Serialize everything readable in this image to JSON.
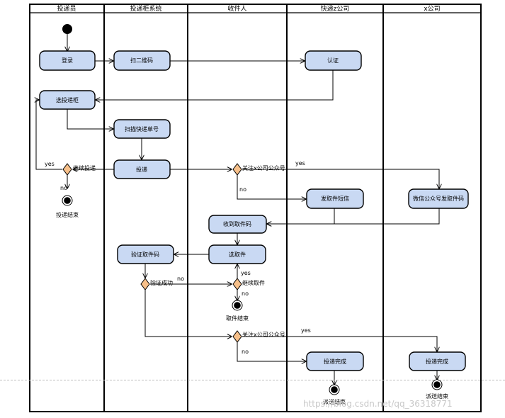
{
  "lanes": [
    "投递员",
    "投递柜系统",
    "收件人",
    "快递z公司",
    "x公司"
  ],
  "actions": {
    "login": "登录",
    "scan_qr": "扫二维码",
    "auth": "认证",
    "select_locker": "选投递柜",
    "scan_tracking": "扫描快递单号",
    "deliver": "投递",
    "send_sms": "发取件短信",
    "wechat_code": "微信公众号发取件码",
    "receive_code": "收到取件码",
    "verify_code": "验证取件码",
    "pickup": "选取件",
    "complete_z": "投递完成",
    "complete_x": "投递完成"
  },
  "decisions": {
    "continue_deliver": "继续投递",
    "follow_official_1": "关注x公司公众号",
    "verify_success": "验证成功",
    "continue_pickup": "继续取件",
    "follow_official_2": "关注x公司公众号"
  },
  "guards": {
    "yes": "yes",
    "no": "no"
  },
  "finals": {
    "deliver_end": "投递结束",
    "pickup_end": "取件结束",
    "dispatch_end_z": "派送结束",
    "dispatch_end_x": "派送结束"
  },
  "watermark": "https://blog.csdn.net/qq_36318771",
  "colors": {
    "action_fill": "#c9d9f3",
    "decision_fill": "#f7c08a",
    "line": "#000000"
  }
}
